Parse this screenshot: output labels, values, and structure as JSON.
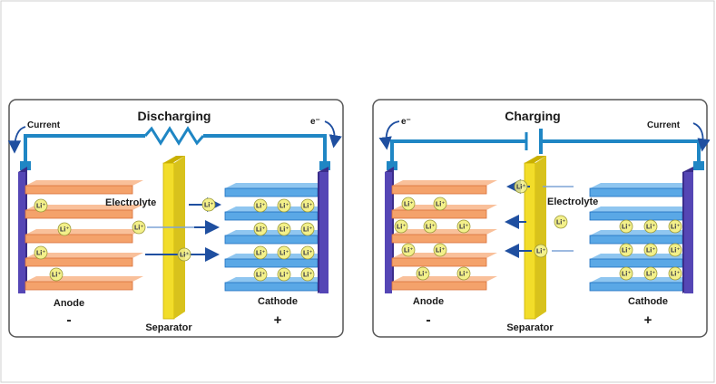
{
  "discharging": {
    "title": "Discharging",
    "current_label": "Current",
    "electron_label": "e⁻",
    "electrolyte_label": "Electrolyte",
    "anode_label": "Anode",
    "anode_sign": "-",
    "cathode_label": "Cathode",
    "cathode_sign": "+",
    "separator_label": "Separator",
    "ion_label": "Li⁺"
  },
  "charging": {
    "title": "Charging",
    "current_label": "Current",
    "electron_label": "e⁻",
    "electrolyte_label": "Electrolyte",
    "anode_label": "Anode",
    "anode_sign": "-",
    "cathode_label": "Cathode",
    "cathode_sign": "+",
    "separator_label": "Separator",
    "ion_label": "Li⁺"
  },
  "colors": {
    "anode_plate": "#f4a26b",
    "anode_plate_edge": "#d9703a",
    "cathode_plate": "#5aa8e6",
    "cathode_plate_edge": "#1d6fc0",
    "collector": "#4a3aa0",
    "wire": "#1f86c4",
    "separator": "#f2dd2a",
    "ion_fill": "#f3f08a",
    "arrow": "#1f4fa0",
    "panel_border": "#555555"
  }
}
